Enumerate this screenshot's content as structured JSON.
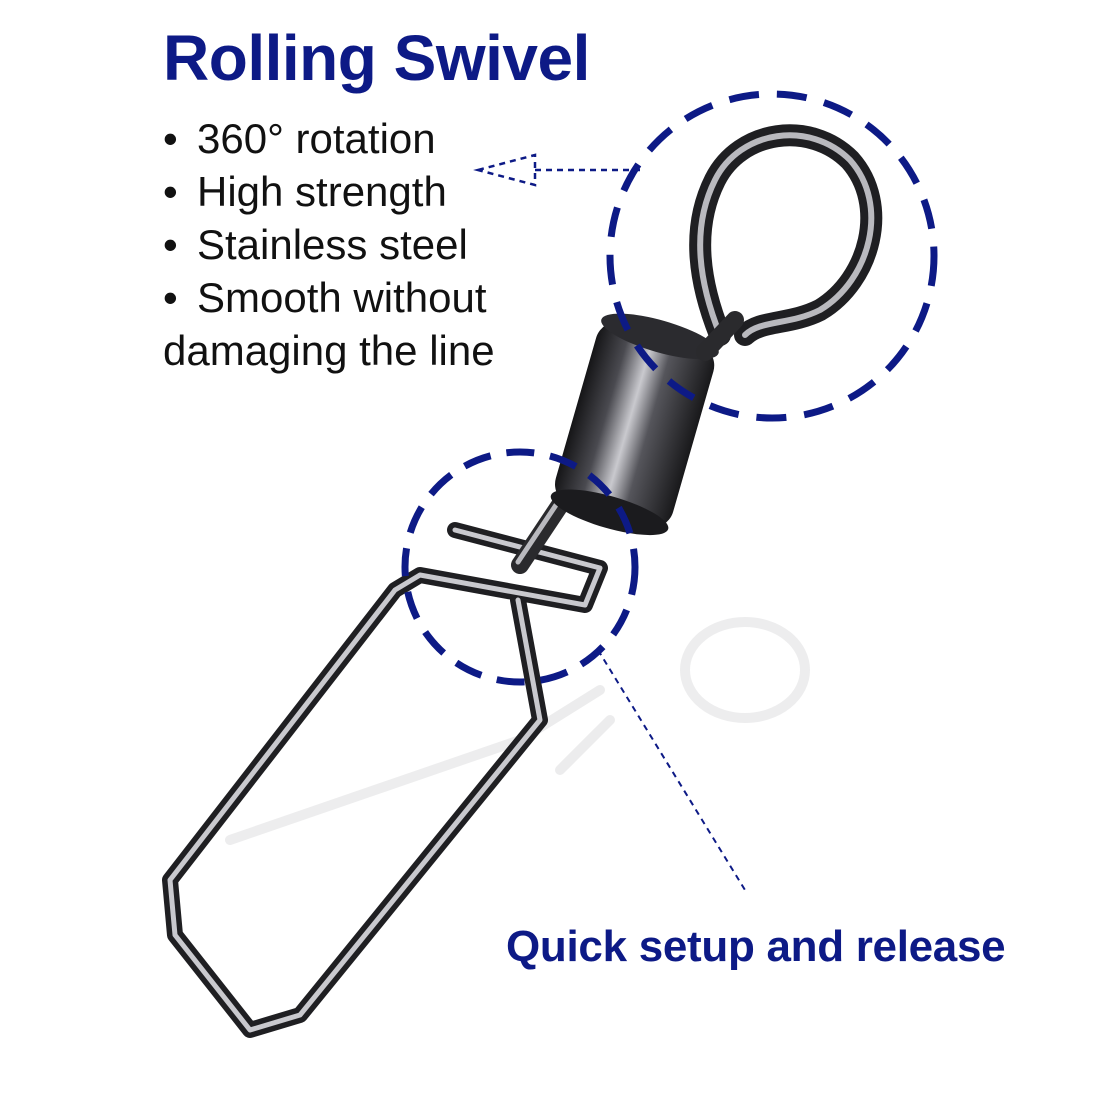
{
  "title": "Rolling Swivel",
  "features": [
    {
      "bullet": "•",
      "text": "360° rotation"
    },
    {
      "bullet": "•",
      "text": "High strength"
    },
    {
      "bullet": "•",
      "text": "Stainless steel"
    },
    {
      "bullet": "•",
      "text": "Smooth without",
      "continuation": "damaging the line"
    }
  ],
  "callout": "Quick setup and release",
  "colors": {
    "accent": "#0d1a86",
    "text": "#111111",
    "metal_dark": "#1f1f22",
    "metal_mid": "#6b6b70",
    "metal_light": "#d8d8dc"
  }
}
